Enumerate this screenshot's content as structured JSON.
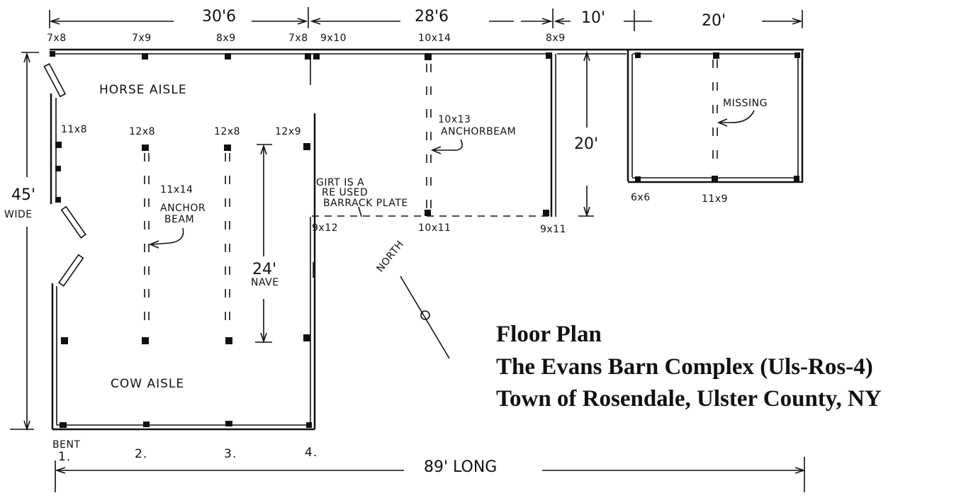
{
  "dimensions_top": {
    "d1": "30'6",
    "d2": "28'6",
    "d3": "10'",
    "d4": "20'"
  },
  "dimension_left": "45'",
  "dimension_left_sub": "WIDE",
  "dimension_bottom": "89' LONG",
  "dimension_nave": "24'",
  "dimension_nave_sub": "NAVE",
  "dimension_right_section": "20'",
  "post_sizes": {
    "top_1": "7x8",
    "top_2": "7x9",
    "top_3": "8x9",
    "top_4": "7x8",
    "top_5": "9x10",
    "top_6": "10x14",
    "top_7": "8x9",
    "left_mid": "11x8",
    "row_1": "12x8",
    "row_2": "12x8",
    "row_3": "12x9",
    "mid_1": "9x12",
    "mid_2": "10x11",
    "mid_3": "9x11",
    "right_1": "6x6",
    "right_2": "11x9"
  },
  "labels": {
    "horse_aisle": "HORSE AISLE",
    "cow_aisle": "COW AISLE",
    "anchor_beam_1": "11x14",
    "anchor_beam_2": "ANCHOR",
    "anchor_beam_3": "BEAM",
    "anchor_orbeam_1": "10x13",
    "anchor_orbeam_2": "ANCHORBEAM",
    "girt_1": "GIRT IS A",
    "girt_2": "RE USED",
    "girt_3": "BARRACK PLATE",
    "missing": "MISSING",
    "north": "NORTH"
  },
  "bents": {
    "b1_label": "BENT",
    "b1": "1.",
    "b2": "2.",
    "b3": "3.",
    "b4": "4."
  },
  "caption": {
    "line1": "Floor Plan",
    "line2": "The Evans Barn Complex (Uls-Ros-4)",
    "line3": "Town of Rosendale, Ulster County, NY"
  }
}
